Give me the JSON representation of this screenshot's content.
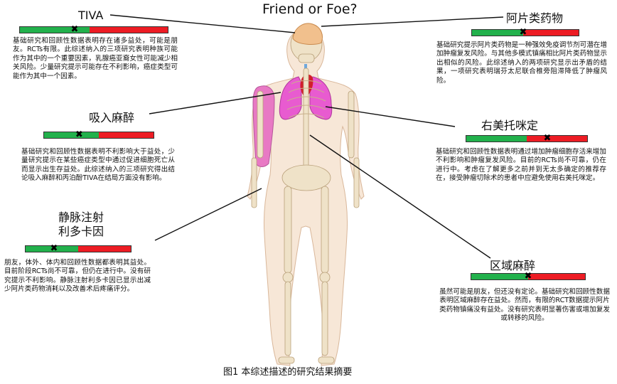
{
  "title": "Friend or Foe?",
  "caption": "图1 本综述描述的研究结果摘要",
  "colors": {
    "benefit": "#22b14c",
    "harm": "#ed1c24",
    "bone": "#efe2c8",
    "muscle": "#e879c4",
    "lung": "#e85bd0"
  },
  "panels": [
    {
      "id": "tiva",
      "heading": "TIVA",
      "gauge": {
        "benefit_fraction": 0.47,
        "marker_fraction": 0.37
      },
      "text": "基础研究和回顾性数据表明存在诸多益处，可能是朋友。RCTs有限。此综述纳入的三项研究表明种族可能作为其中的一个重要因素，乳腺癌亚裔女性可能减少相关风险。少量研究提示可能存在不利影响，癌症类型可能作为其中一个因素。"
    },
    {
      "id": "opioids",
      "heading": "阿片类药物",
      "gauge": {
        "benefit_fraction": 0.48,
        "marker_fraction": 0.48
      },
      "text": "基础研究提示阿片类药物是一种强效免疫调节剂可潜在增加肿瘤复发风险。与其他多模式镇痛相比阿片类药物显示出相似的风险。此综述纳入的两项研究显示出矛盾的结果，一项研究表明瑞芬太尼联合椎旁阻滞降低了肿瘤风险。"
    },
    {
      "id": "inhaled",
      "heading": "吸入麻醉",
      "gauge": {
        "benefit_fraction": 0.5,
        "marker_fraction": 0.32
      },
      "text": "基础研究和回顾性数据表明不利影响大于益处，少量研究提示在某些癌症类型中通过促进细胞死亡从而显示出生存益处。此综述纳入的三项研究得出结论吸入麻醉和丙泊酚TIVA在结局方面没有影响。"
    },
    {
      "id": "dexmedetomidine",
      "heading": "右美托咪定",
      "gauge": {
        "benefit_fraction": 0.5,
        "marker_fraction": 0.67
      },
      "text": "基础研究和回顾性数据表明通过增加肿瘤细胞存活来增加不利影响和肿瘤复发风险。目前的RCTs尚不可靠，仍在进行中。考虑在了解更多之前并到无太多确定的推荐存在，接受肿瘤切除术的患者中应避免使用右美托咪定。"
    },
    {
      "id": "lidocaine",
      "heading": "静脉注射\n利多卡因",
      "gauge": {
        "benefit_fraction": 0.5,
        "marker_fraction": 0.27
      },
      "text": "朋友，体外、体内和回顾性数据都表明其益处。目前阶段RCTs尚不可靠，但仍在进行中。没有研究提示不利影响。静脉注射利多卡因已显示出减少阿片类药物消耗以及改善术后疼痛评分。"
    },
    {
      "id": "regional",
      "heading": "区域麻醉",
      "gauge": {
        "benefit_fraction": 0.5,
        "marker_fraction": 0.5
      },
      "text": "虽然可能是朋友，但还没有定论。基础研究和回顾性数据表明区域麻醉存在益处。然而，有限的RCT数据提示阿片类药物镇痛没有益处。没有研究表明显著伤害或增加复发或转移的风险。"
    }
  ]
}
